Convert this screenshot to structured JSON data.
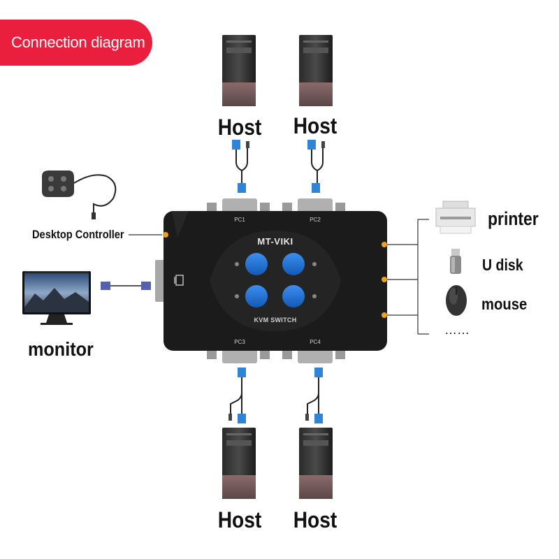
{
  "banner": {
    "title": "Connection diagram"
  },
  "hosts": [
    {
      "label": "Host"
    },
    {
      "label": "Host"
    },
    {
      "label": "Host"
    },
    {
      "label": "Host"
    }
  ],
  "switch": {
    "brand": "MT-VIKI",
    "model": "KVM SWITCH",
    "ports": [
      "PC1",
      "PC2",
      "PC3",
      "PC4"
    ]
  },
  "left_devices": {
    "controller": "Desktop Controller",
    "monitor": "monitor"
  },
  "right_devices": {
    "printer": "printer",
    "udisk": "U disk",
    "mouse": "mouse",
    "more": "……"
  },
  "colors": {
    "banner": "#ea1f3e",
    "switch_body": "#1b1b1b",
    "button": "#1e74d8",
    "vga_blue": "#2f84d6",
    "indicator": "#f0a020"
  }
}
